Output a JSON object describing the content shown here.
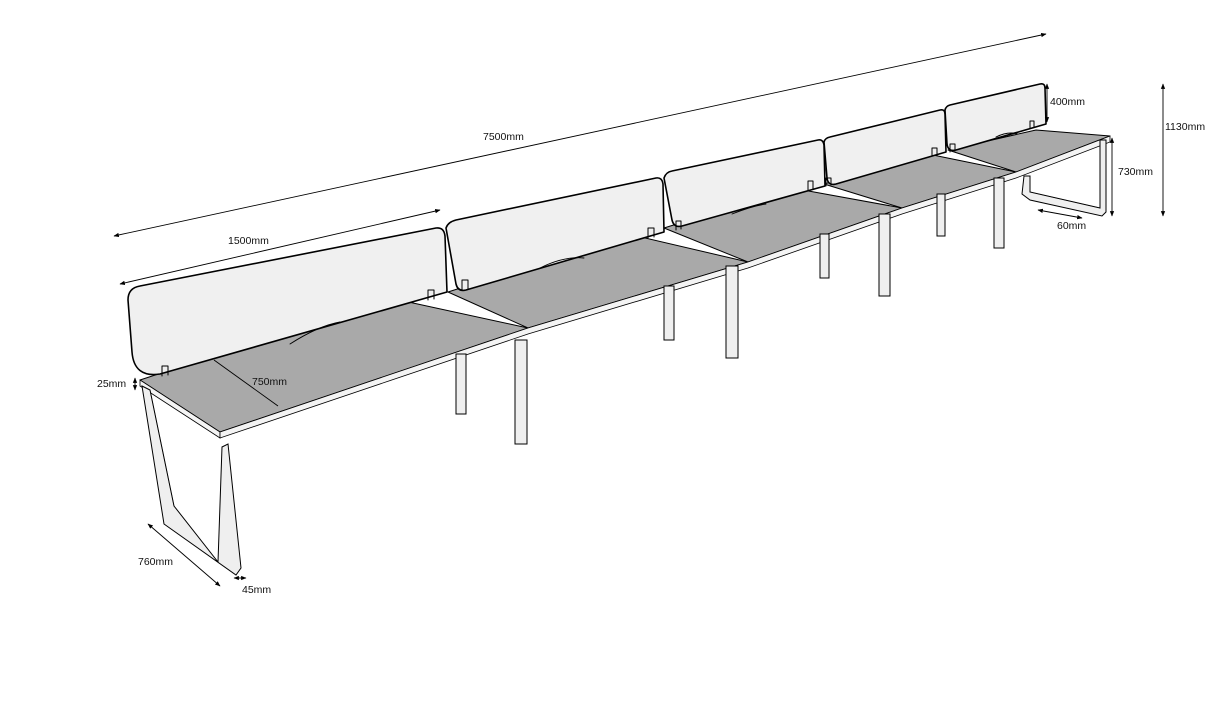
{
  "dimensions": {
    "overall_length": "7500mm",
    "desk_width": "1500mm",
    "desk_depth": "750mm",
    "top_thickness": "25mm",
    "frame_depth": "760mm",
    "frame_thickness": "45mm",
    "screen_height": "400mm",
    "overall_height": "1130mm",
    "desk_height": "730mm",
    "leg_width": "60mm"
  }
}
